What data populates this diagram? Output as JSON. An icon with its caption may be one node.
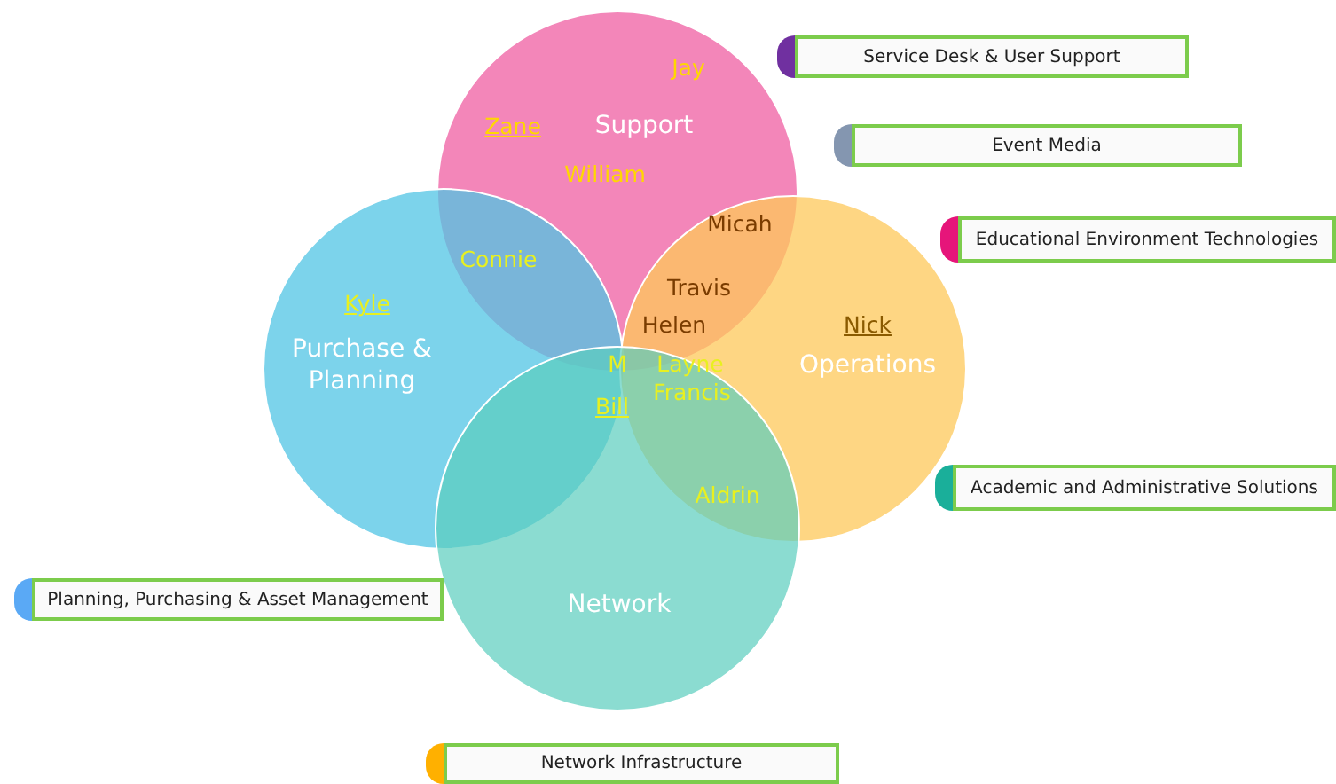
{
  "diagram": {
    "nodes": [
      {
        "text": [
          "Support"
        ]
      },
      {
        "text": [
          "Purchase & Planning"
        ]
      },
      {
        "text": [
          "Operations"
        ]
      },
      {
        "text": [
          "Network"
        ]
      }
    ],
    "labels": [
      "Jay",
      "Zane",
      "William",
      "Micah",
      "Connie",
      "Travis",
      "Kyle",
      "Helen",
      "Nick",
      "M",
      "Layne",
      "Francis",
      "Bill",
      "Aldrin"
    ],
    "legend": [
      {
        "text": "Service Desk & User Support",
        "color": "#7030a0"
      },
      {
        "text": "Event Media",
        "color": "#8496b0"
      },
      {
        "text": "Educational Environment Technologies",
        "color": "#e6157a"
      },
      {
        "text": "Academic and Administrative Solutions",
        "color": "#1aaf9a"
      },
      {
        "text": "Planning, Purchasing & Asset Management",
        "color": "#5aa9f5"
      },
      {
        "text": "Network Infrastructure",
        "color": "#ffb000"
      }
    ]
  }
}
